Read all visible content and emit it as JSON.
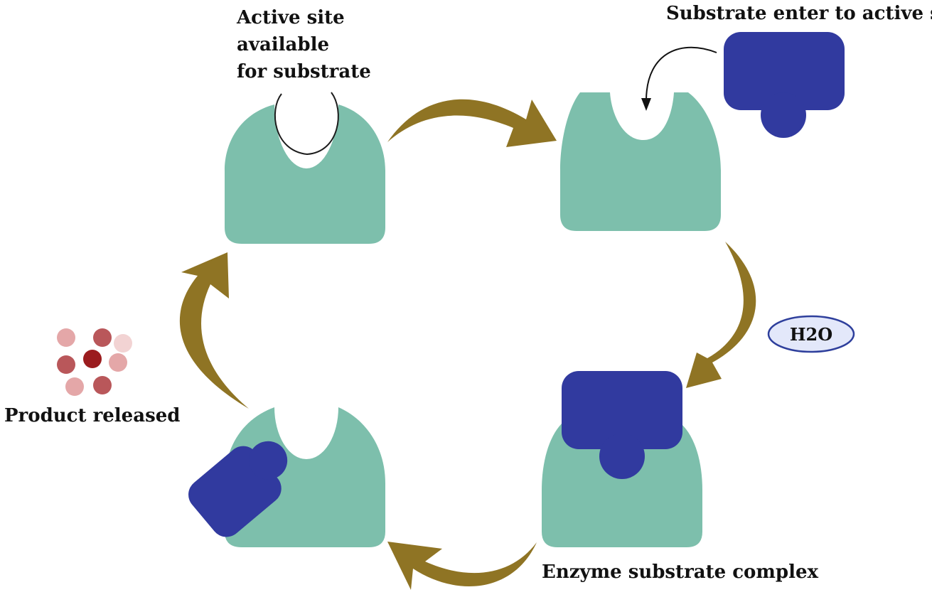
{
  "labels": {
    "active_site_lines": [
      "Active site",
      "available",
      "for substrate"
    ],
    "substrate_enter": "Substrate enter to active site",
    "water": "H2O",
    "product_released": "Product released",
    "complex": "Enzyme substrate complex"
  },
  "colors": {
    "enzyme": "#7dbfac",
    "substrate": "#313a9f",
    "cycle_arrow": "#8f7424",
    "water_fill": "#e3e8fa",
    "water_stroke": "#2e3f9c",
    "product_dark": "#9b1c1e",
    "product_mid": "#b9575a",
    "product_light": "#e4a7a8",
    "product_pale": "#f2d3d3"
  },
  "icons": [
    "enzyme-shape",
    "substrate-shape",
    "cycle-arrow",
    "pointer-arrow",
    "product-molecule"
  ]
}
